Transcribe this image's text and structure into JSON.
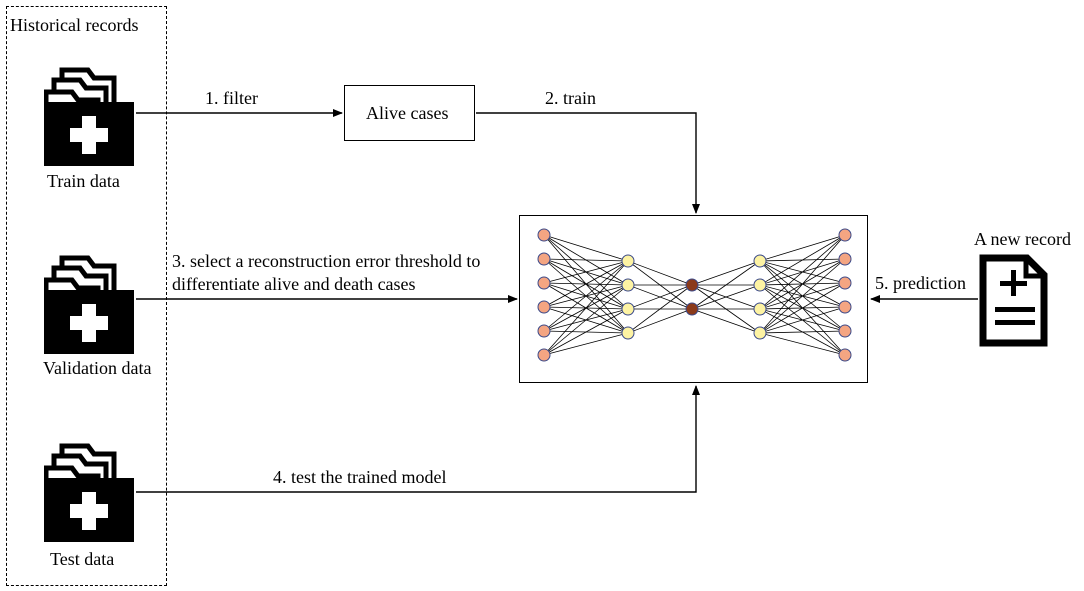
{
  "group": {
    "title": "Historical records"
  },
  "datasets": [
    {
      "label": "Train data"
    },
    {
      "label": "Validation data"
    },
    {
      "label": "Test data"
    }
  ],
  "alive_box": {
    "label": "Alive cases"
  },
  "steps": {
    "filter": "1. filter",
    "train": "2. train",
    "select_line1": "3. select a reconstruction error threshold to",
    "select_line2": "differentiate alive and death cases",
    "test": "4. test the trained model",
    "prediction": "5. prediction"
  },
  "new_record": {
    "title": "A new record"
  },
  "network": {
    "layers": [
      6,
      4,
      2,
      4,
      6
    ],
    "colors": {
      "outer": "#f4a582",
      "hidden": "#fdf3a3",
      "bottleneck": "#8b3a1a",
      "outline": "#3b4a8a"
    }
  }
}
